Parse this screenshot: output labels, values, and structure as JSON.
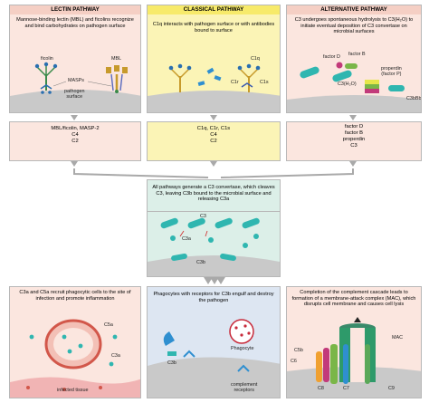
{
  "lectin": {
    "title": "LECTIN PATHWAY",
    "description": "Mannose-binding lectin (MBL) and ficolins recognize and bind carbohydrates on pathogen surface",
    "labels": {
      "ficolin": "ficolin",
      "mbl": "MBL",
      "masps": "MASPs",
      "pathogen": "pathogen",
      "surface": "surface"
    },
    "components": [
      "MBL/ficolin, MASP-2",
      "C4",
      "C2"
    ]
  },
  "classical": {
    "title": "CLASSICAL PATHWAY",
    "description": "C1q interacts with pathogen surface or with antibodies bound to surface",
    "labels": {
      "c1q": "C1q",
      "c1r": "C1r",
      "c1s": "C1s"
    },
    "components": [
      "C1q, C1r, C1s",
      "C4",
      "C2"
    ]
  },
  "alternative": {
    "title": "ALTERNATIVE PATHWAY",
    "description": "C3 undergoes spontaneous hydrolysis to C3(H₂O) to initiate eventual deposition of C3 convertase on microbial surfaces",
    "labels": {
      "factor_d": "factor D",
      "factor_b": "factor B",
      "c3h2o": "C3(H₂O)",
      "properdin": "properdin",
      "factor_p": "(factor P)",
      "c3bbb": "C3bBb"
    },
    "components": [
      "factor D",
      "factor B",
      "properdin",
      "C3"
    ]
  },
  "convertase": {
    "description": "All pathways generate a C3 convertase, which cleaves C3, leaving C3b bound to the microbial surface and releasing C3a",
    "labels": {
      "c3": "C3",
      "c3a": "C3a",
      "c3b": "C3b"
    }
  },
  "outcomes": {
    "inflammation": {
      "description": "C3a and C5a recruit phagocytic cells to the site of infection and promote inflammation",
      "labels": {
        "c5a": "C5a",
        "c3a": "C3a",
        "tissue": "infected tissue"
      }
    },
    "phagocytosis": {
      "description": "Phagocytes with receptors for C3b engulf and destroy the pathogen",
      "labels": {
        "phagocyte": "Phagocyte",
        "c3b": "C3b",
        "receptors_1": "complement",
        "receptors_2": "receptors"
      }
    },
    "mac": {
      "description": "Completion of the complement cascade leads to formation of a membrane-attack complex (MAC), which disrupts cell membrane and causes cell lysis",
      "labels": {
        "mac": "MAC",
        "c5b": "C5b",
        "c6": "C6",
        "c7": "C7",
        "c8": "C8",
        "c9": "C9"
      }
    }
  },
  "colors": {
    "lectin_header": "#f5cfc4",
    "lectin_fill": "#fbe6df",
    "classical_header": "#f7ea6a",
    "classical_fill": "#fbf4b6",
    "alternative_header": "#f5cfc4",
    "alternative_fill": "#fbe6df",
    "convertase_fill": "#dcefe8",
    "phago_fill": "#dde6f2",
    "membrane": "#c9c9c9",
    "teal": "#2fb6b0",
    "arrow": "#a9a9a9"
  }
}
